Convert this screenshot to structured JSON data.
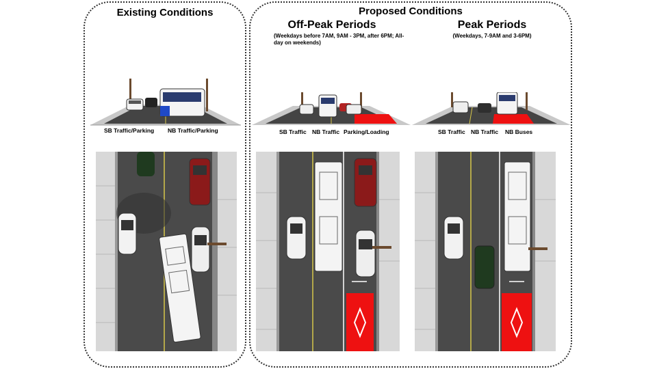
{
  "existing": {
    "title": "Existing Conditions",
    "labels": [
      "SB Traffic/Parking",
      "NB Traffic/Parking"
    ]
  },
  "proposed": {
    "title": "Proposed Conditions",
    "offpeak": {
      "title": "Off-Peak Periods",
      "subtitle": "(Weekdays before 7AM, 9AM - 3PM, after 6PM; All-day on weekends)",
      "labels": [
        "SB Traffic",
        "NB Traffic",
        "Parking/Loading"
      ]
    },
    "peak": {
      "title": "Peak Periods",
      "subtitle": "(Weekdays, 7-9AM and 3-6PM)",
      "labels": [
        "SB Traffic",
        "NB Traffic",
        "NB Buses"
      ]
    }
  },
  "colors": {
    "road": "#4a4a4a",
    "bus_lane": "#ee1111",
    "sidewalk": "#d8d8d8",
    "center_line": "#d8c84a",
    "pole": "#6b4a2e"
  },
  "icons": [
    "utility-pole-icon",
    "bus-icon",
    "car-icon",
    "diamond-marking-icon"
  ]
}
